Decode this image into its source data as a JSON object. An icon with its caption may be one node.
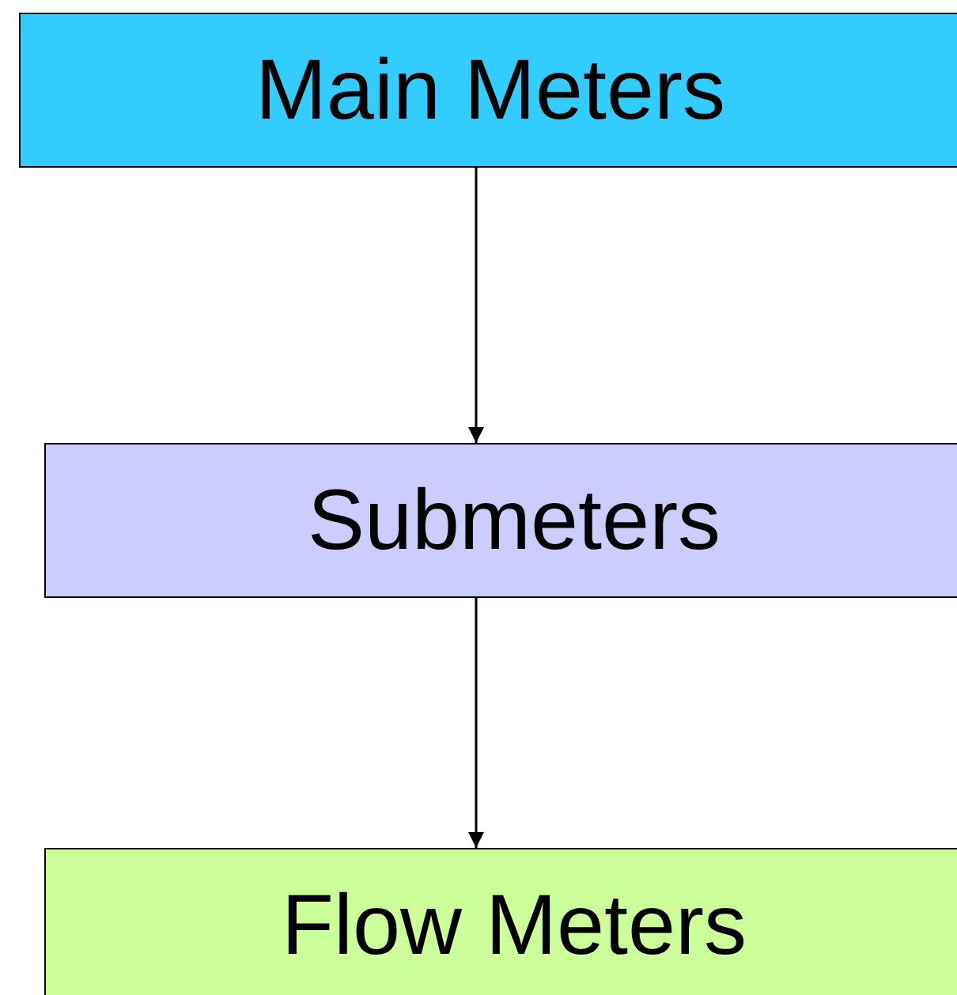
{
  "diagram": {
    "nodes": [
      {
        "text": [
          "Main Meters"
        ]
      },
      {
        "text": [
          "Submeters"
        ]
      },
      {
        "text": [
          "Flow Meters"
        ]
      }
    ],
    "edges": [
      {
        "from": 0,
        "to": 1,
        "arrow": "to"
      },
      {
        "from": 1,
        "to": 2,
        "arrow": "to"
      }
    ]
  }
}
